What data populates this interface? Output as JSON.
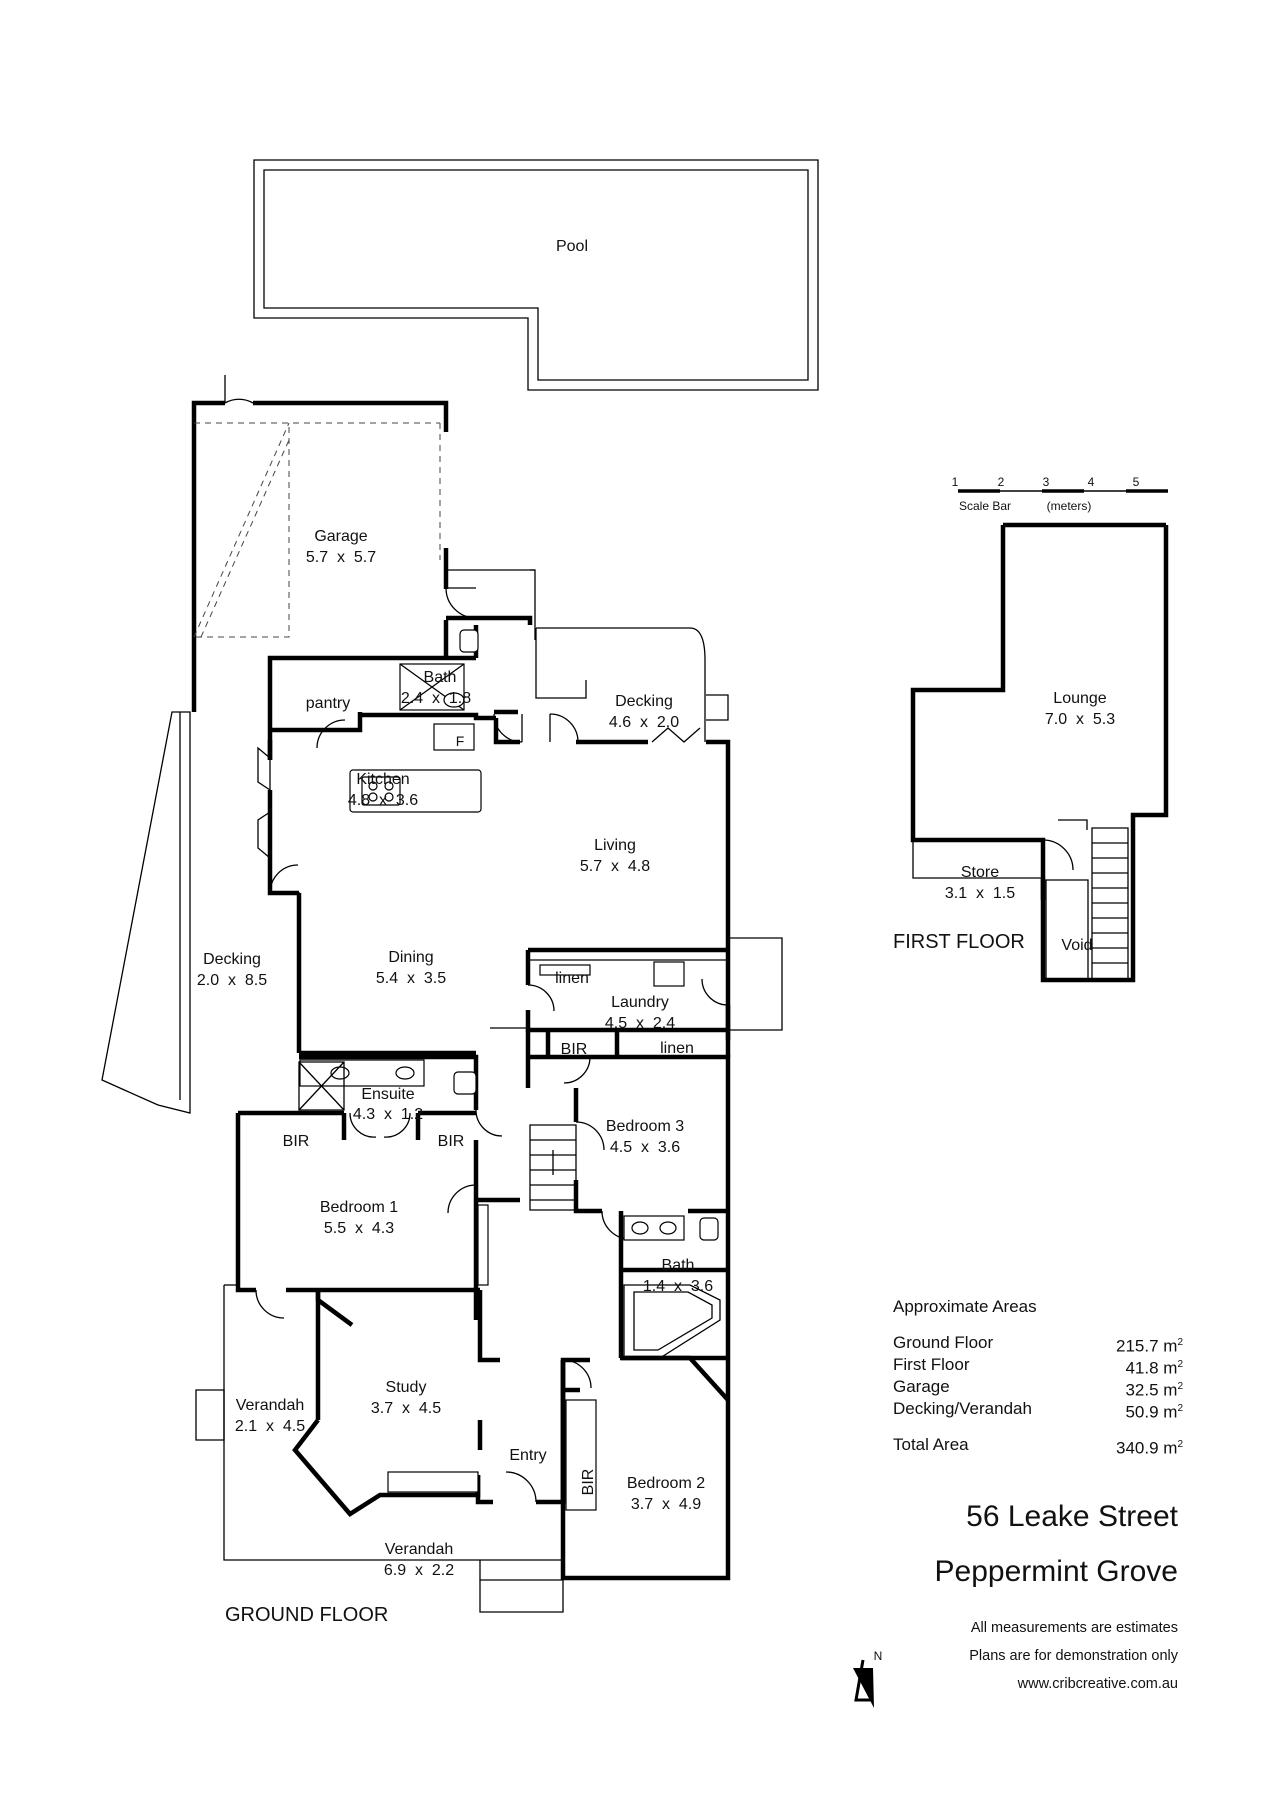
{
  "rooms": {
    "pool": {
      "name": "Pool",
      "dims": ""
    },
    "garage": {
      "name": "Garage",
      "dims": "5.7  x  5.7"
    },
    "bath_top": {
      "name": "Bath",
      "dims": "2.4  x  1.8"
    },
    "pantry": {
      "name": "pantry",
      "dims": ""
    },
    "decking_top": {
      "name": "Decking",
      "dims": "4.6  x  2.0"
    },
    "kitchen": {
      "name": "Kitchen",
      "dims": "4.8  x  3.6"
    },
    "living": {
      "name": "Living",
      "dims": "5.7  x  4.8"
    },
    "decking_side": {
      "name": "Decking",
      "dims": "2.0  x  8.5"
    },
    "dining": {
      "name": "Dining",
      "dims": "5.4  x  3.5"
    },
    "laundry": {
      "name": "Laundry",
      "dims": "4.5  x  2.4"
    },
    "ensuite": {
      "name": "Ensuite",
      "dims": "4.3  x  1.2"
    },
    "bedroom3": {
      "name": "Bedroom 3",
      "dims": "4.5  x  3.6"
    },
    "bedroom1": {
      "name": "Bedroom 1",
      "dims": "5.5  x  4.3"
    },
    "bath_mid": {
      "name": "Bath",
      "dims": "1.4  x  3.6"
    },
    "study": {
      "name": "Study",
      "dims": "3.7  x  4.5"
    },
    "verandah_side": {
      "name": "Verandah",
      "dims": "2.1  x  4.5"
    },
    "entry": {
      "name": "Entry",
      "dims": ""
    },
    "bedroom2": {
      "name": "Bedroom 2",
      "dims": "3.7  x  4.9"
    },
    "verandah_front": {
      "name": "Verandah",
      "dims": "6.9  x  2.2"
    },
    "lounge": {
      "name": "Lounge",
      "dims": "7.0  x  5.3"
    },
    "store": {
      "name": "Store",
      "dims": "3.1  x  1.5"
    },
    "void": {
      "name": "Void",
      "dims": ""
    }
  },
  "small_labels": {
    "fridge": "F",
    "linen_left": "linen",
    "linen_right": "linen",
    "bir_bed3": "BIR",
    "bir_bed1_left": "BIR",
    "bir_bed1_right": "BIR",
    "bir_bed2": "BIR"
  },
  "floor_labels": {
    "ground": "GROUND FLOOR",
    "first": "FIRST FLOOR"
  },
  "scale_bar": {
    "ticks": [
      "1",
      "2",
      "3",
      "4",
      "5"
    ],
    "label": "Scale Bar",
    "unit": "(meters)"
  },
  "areas": {
    "title": "Approximate Areas",
    "rows": [
      {
        "label": "Ground Floor",
        "value": "215.7 m",
        "sup": "2"
      },
      {
        "label": "First Floor",
        "value": "41.8 m",
        "sup": "2"
      },
      {
        "label": "Garage",
        "value": "32.5 m",
        "sup": "2"
      },
      {
        "label": "Decking/Verandah",
        "value": "50.9 m",
        "sup": "2"
      }
    ],
    "total": {
      "label": "Total Area",
      "value": "340.9 m",
      "sup": "2"
    }
  },
  "address": {
    "line1": "56 Leake Street",
    "line2": "Peppermint Grove"
  },
  "notes": [
    "All measurements are estimates",
    "Plans are for demonstration only",
    "www.cribcreative.com.au"
  ],
  "compass": {
    "label": "N"
  }
}
